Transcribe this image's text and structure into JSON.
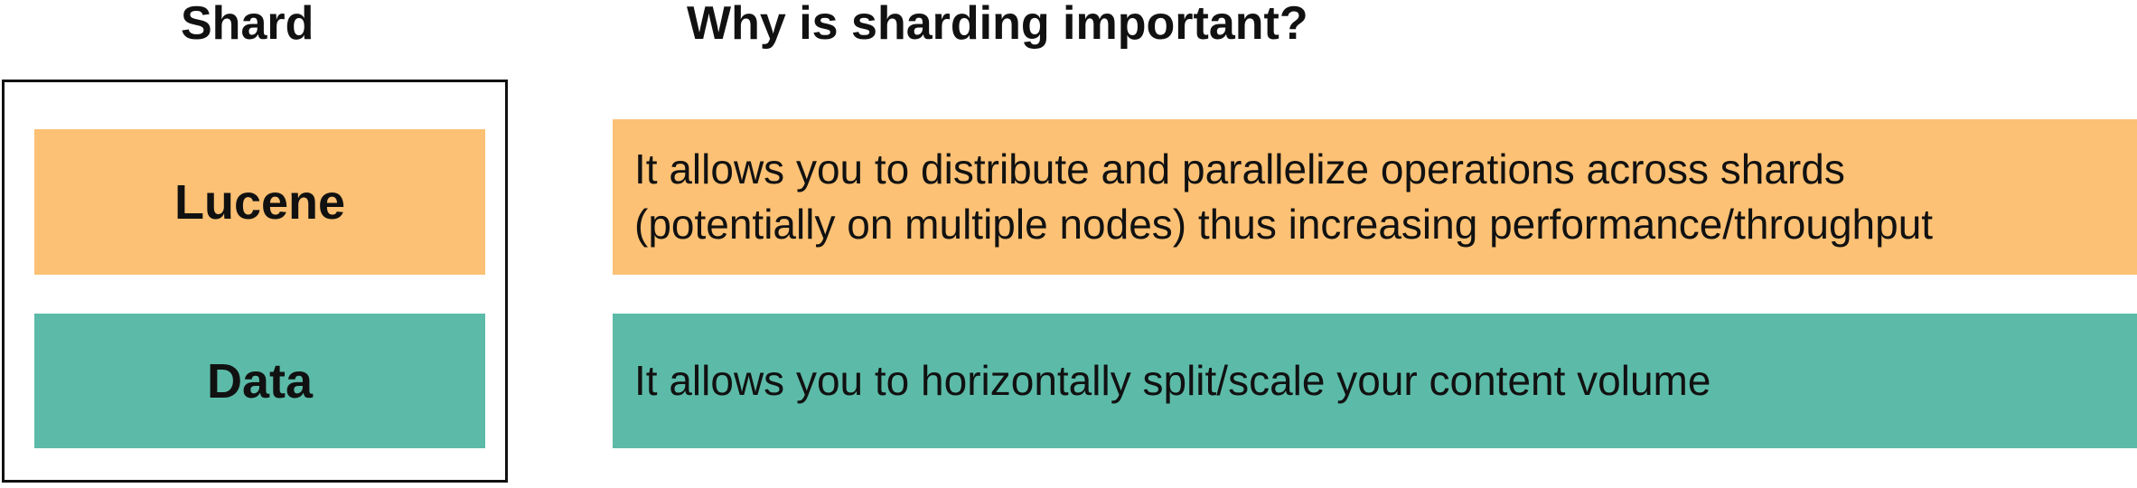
{
  "headings": {
    "shard": "Shard",
    "why": "Why is sharding important?"
  },
  "shard_parts": [
    {
      "label": "Lucene",
      "color": "#fcc174"
    },
    {
      "label": "Data",
      "color": "#5cbba8"
    }
  ],
  "reasons": [
    {
      "lines": [
        "It allows you to distribute and parallelize operations across shards",
        "(potentially on multiple nodes) thus increasing performance/throughput"
      ],
      "color": "#fcc174"
    },
    {
      "lines": [
        "It allows you to horizontally split/scale your content volume"
      ],
      "color": "#5cbba8"
    }
  ]
}
